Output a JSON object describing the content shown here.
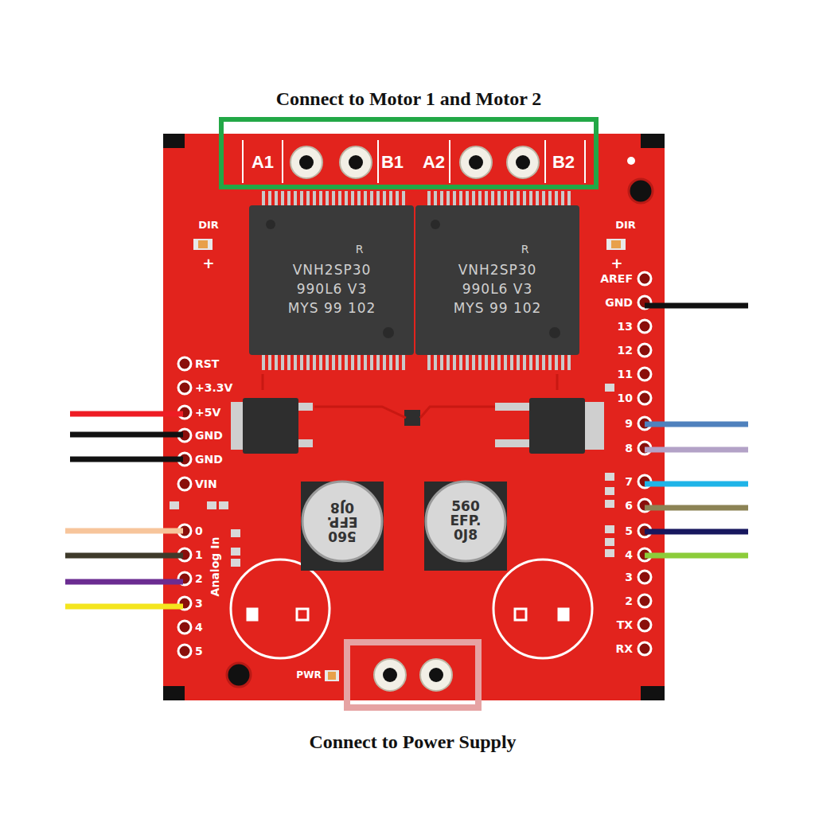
{
  "diagram": {
    "nodes": [
      {
        "text": [
          "Connect to Motor 1 and Motor 2"
        ]
      },
      {
        "text": [
          "Connect to Power Supply"
        ]
      }
    ],
    "labels": [
      "A1",
      "B1",
      "A2",
      "B2",
      "DIR",
      "+",
      "DIR",
      "+",
      "VNH2SP30",
      "990L6 V3",
      "MYS 99 102",
      "R",
      "VNH2SP30",
      "990L6 V3",
      "MYS 99 102",
      "R",
      "RST",
      "+3.3V",
      "+5V",
      "GND",
      "GND",
      "VIN",
      "0",
      "1",
      "2",
      "3",
      "4",
      "5",
      "Analog In",
      "AREF",
      "GND",
      "13",
      "12",
      "11",
      "10",
      "9",
      "8",
      "7",
      "6",
      "5",
      "4",
      "3",
      "2",
      "TX",
      "RX",
      "PWR",
      "560 EFP. 0J8",
      "560 EFP. 0J8"
    ]
  }
}
